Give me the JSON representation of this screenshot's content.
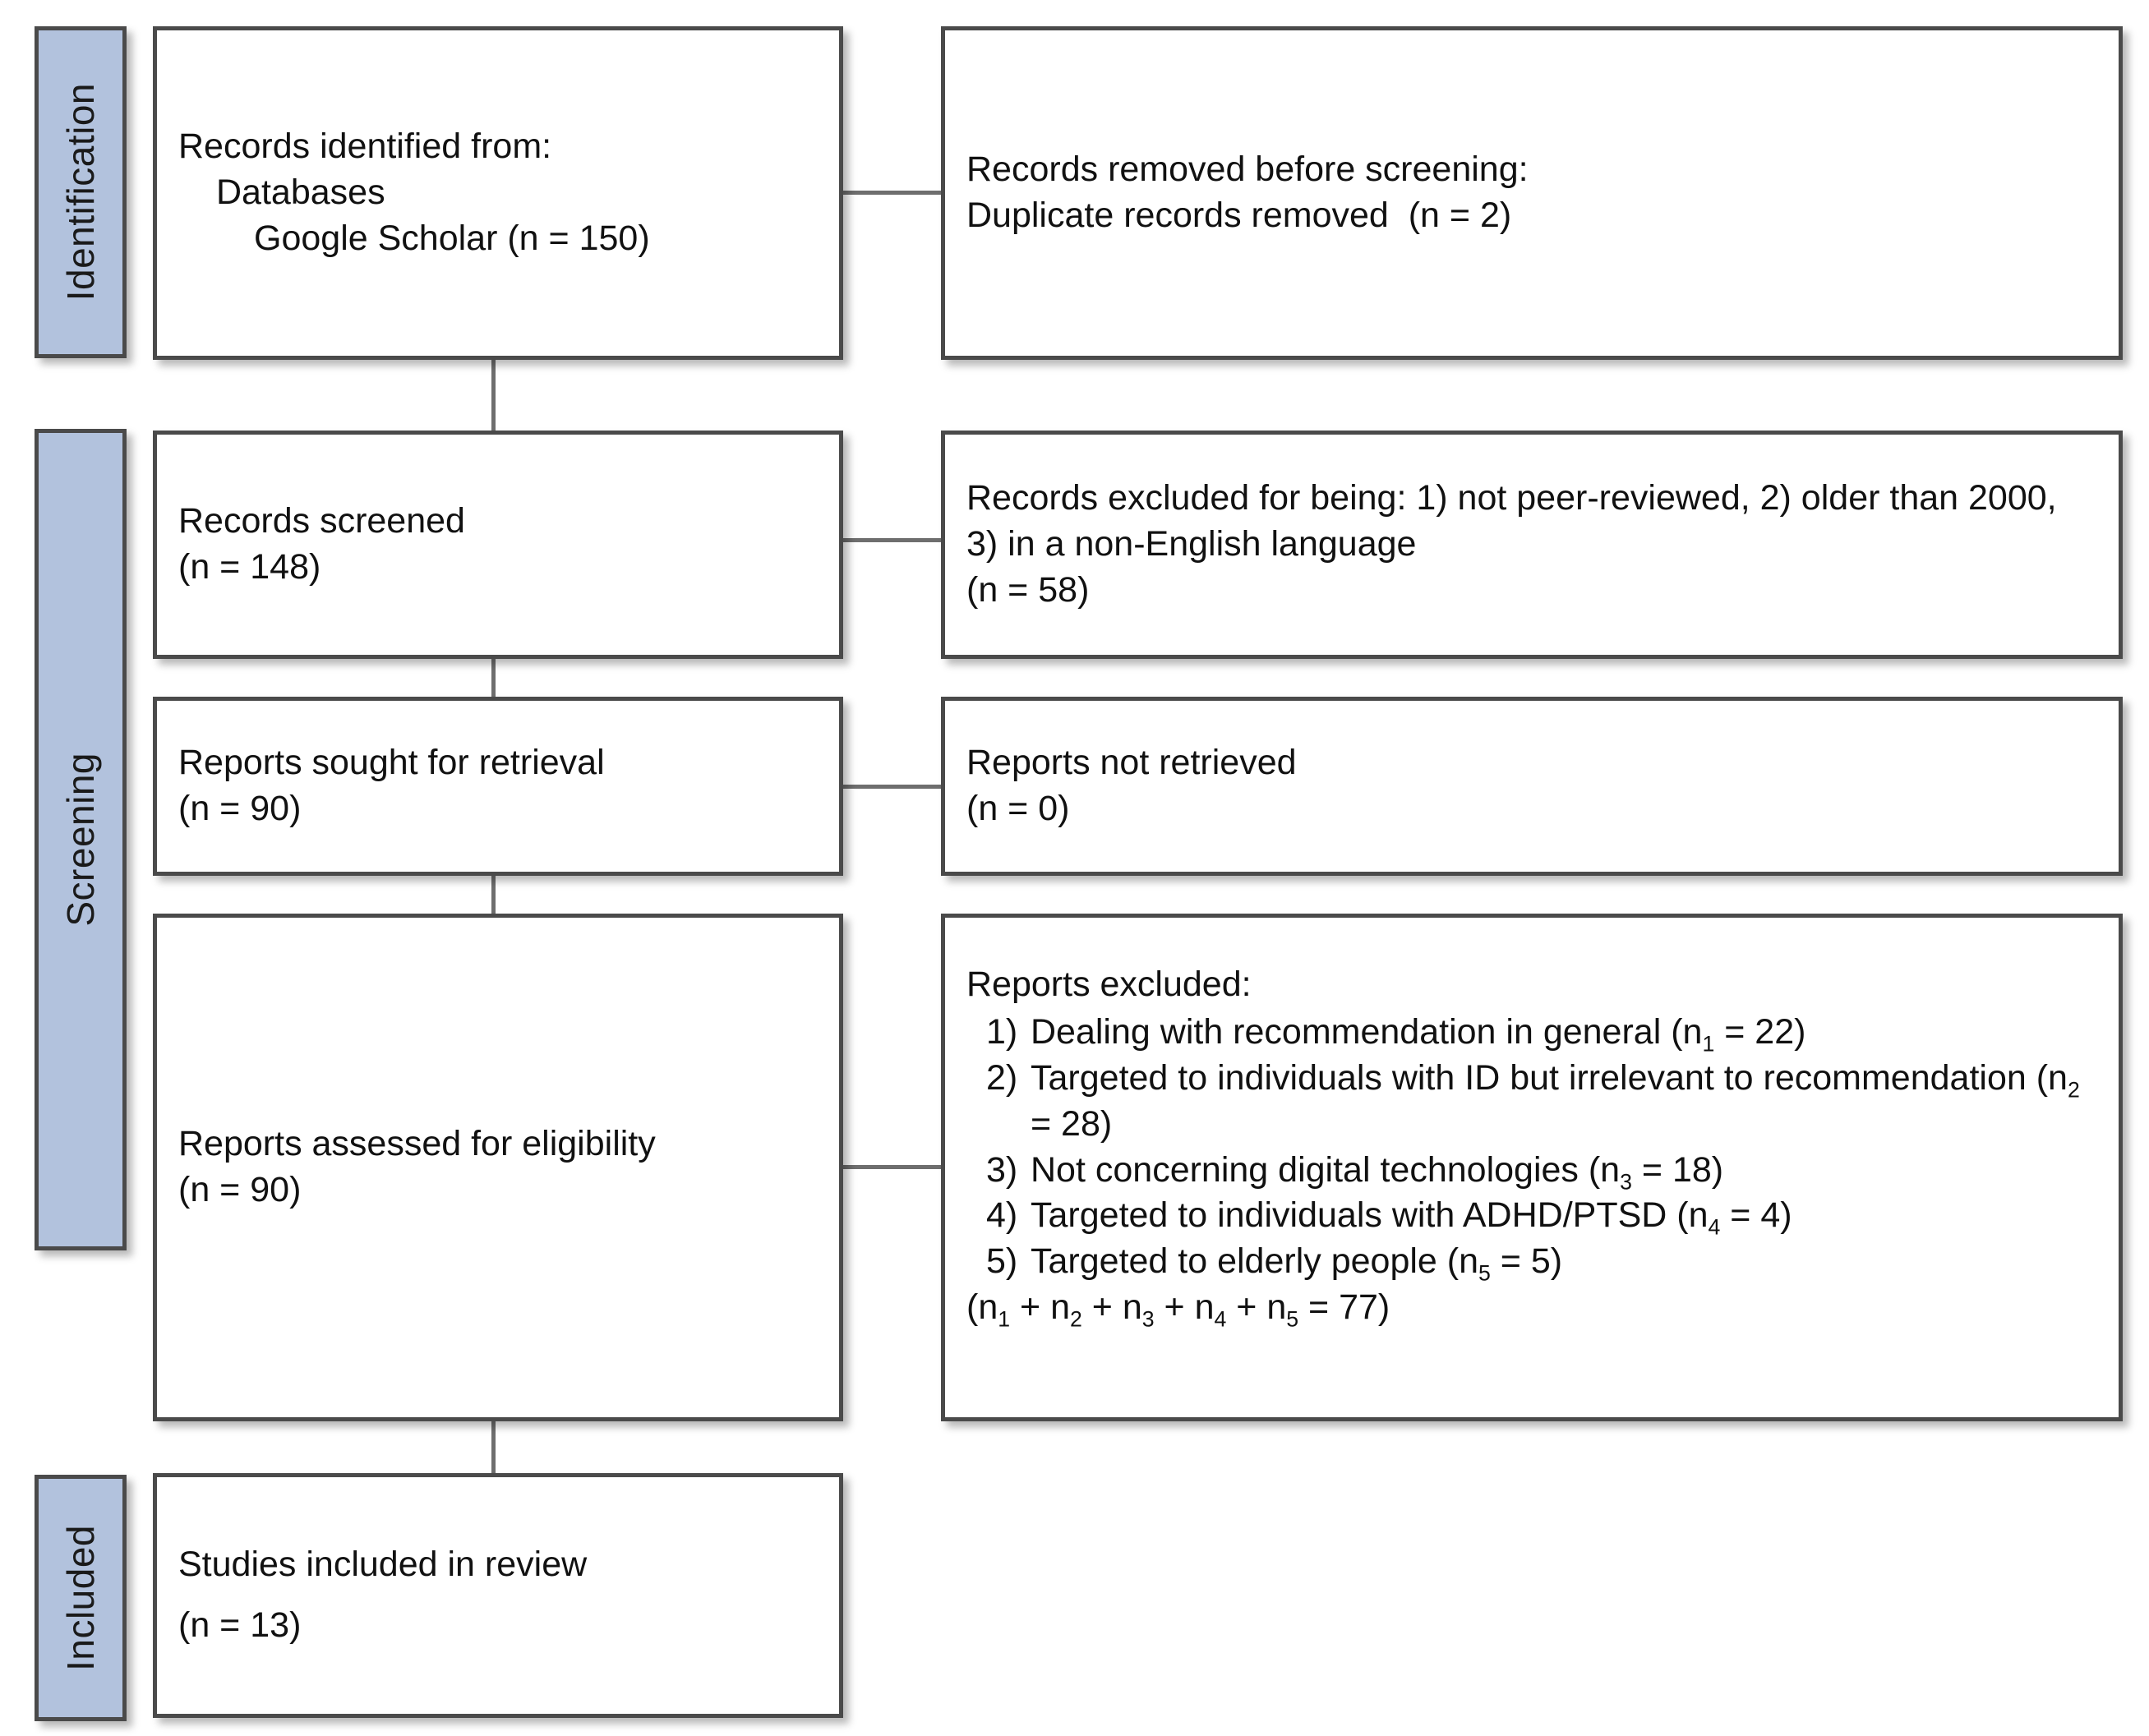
{
  "diagram": {
    "title": "PRISMA flow diagram",
    "accent_color": "#b2c2dd",
    "border_color": "#4a4a4a",
    "connector_color": "#6e6e6e"
  },
  "stages": [
    {
      "id": "identification",
      "label": "Identification"
    },
    {
      "id": "screening",
      "label": "Screening"
    },
    {
      "id": "included",
      "label": "Included"
    }
  ],
  "boxes": {
    "records_identified": {
      "line1": "Records identified from:",
      "line2": "Databases",
      "line3": "Google Scholar (n = 150)"
    },
    "records_removed": {
      "line1": "Records removed before screening:",
      "line2": "Duplicate records removed  (n = 2)"
    },
    "records_screened": {
      "line1": "Records screened",
      "line2": "(n = 148)"
    },
    "records_excluded": {
      "line1": "Records excluded for being: 1) not peer-reviewed, 2) older than 2000, 3) in a non-English language",
      "line2": "(n = 58)"
    },
    "reports_sought": {
      "line1": "Reports sought for retrieval",
      "line2": "(n = 90)"
    },
    "reports_not_retrieved": {
      "line1": "Reports not retrieved",
      "line2": "(n = 0)"
    },
    "reports_assessed": {
      "line1": "Reports assessed for eligibility",
      "line2": "(n = 90)"
    },
    "reports_excluded": {
      "heading": "Reports excluded:",
      "items": [
        {
          "num": "1)",
          "text_a": "Dealing with recommendation in general (n",
          "sub": "1",
          "text_b": " = 22)"
        },
        {
          "num": "2)",
          "text_a": "Targeted to individuals with ID but irrelevant to recommendation (n",
          "sub": "2",
          "text_b": " =  28)"
        },
        {
          "num": "3)",
          "text_a": "Not concerning digital technologies (n",
          "sub": "3",
          "text_b": " = 18)"
        },
        {
          "num": "4)",
          "text_a": "Targeted to individuals with ADHD/PTSD (n",
          "sub": "4",
          "text_b": " = 4)"
        },
        {
          "num": "5)",
          "text_a": "Targeted to elderly people (n",
          "sub": "5",
          "text_b": " = 5)"
        }
      ],
      "total_prefix": "(n",
      "total_parts": [
        "1",
        "2",
        "3",
        "4",
        "5"
      ],
      "total_suffix": " = 77)"
    },
    "studies_included": {
      "line1": "Studies included in review",
      "line2": "(n = 13)"
    }
  },
  "counts": {
    "records_identified": 150,
    "duplicates_removed": 2,
    "records_screened": 148,
    "records_excluded": 58,
    "reports_sought": 90,
    "reports_not_retrieved": 0,
    "reports_assessed": 90,
    "reports_excluded_total": 77,
    "excluded_reasons": [
      22,
      28,
      18,
      4,
      5
    ],
    "studies_included": 13
  }
}
